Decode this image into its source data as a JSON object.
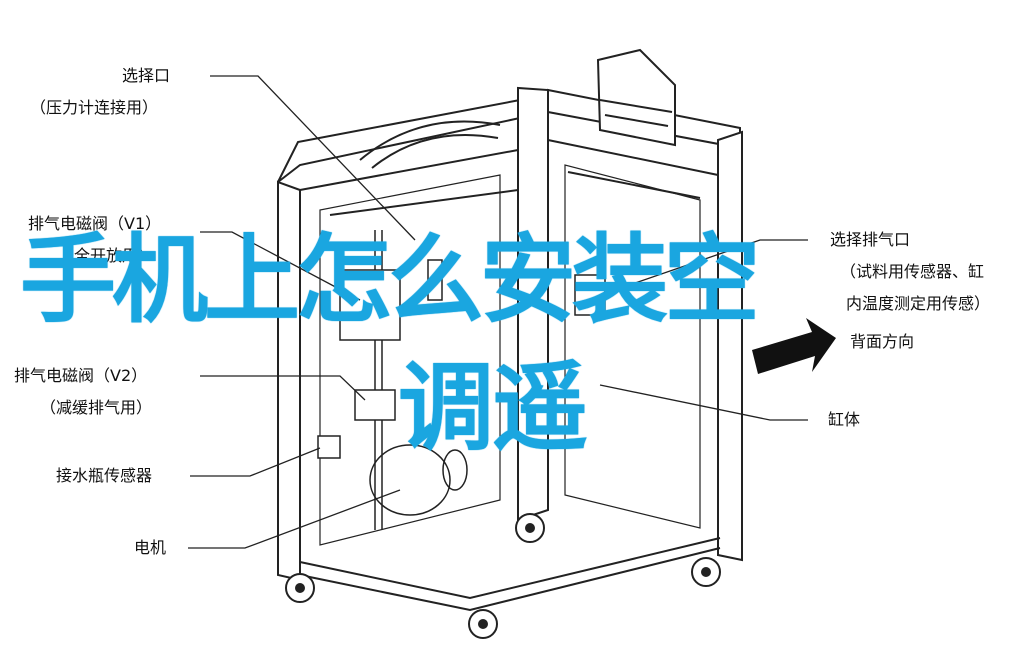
{
  "overlay_title": {
    "line1": "手机上怎么安装空",
    "line2": "调遥"
  },
  "labels": {
    "select_port": "选择口",
    "select_port_note": "（压力计连接用）",
    "exhaust_valve_1": "排气电磁阀（V1）",
    "exhaust_valve_1_note": "（全开放用）",
    "exhaust_valve_2": "排气电磁阀（V2）",
    "exhaust_valve_2_note": "（减缓排气用）",
    "water_sensor": "接水瓶传感器",
    "motor": "电机",
    "select_exhaust": "选择排气口",
    "select_exhaust_note1": "（试料用传感器、缸",
    "select_exhaust_note2": "内温度测定用传感）",
    "back_direction": "背面方向",
    "cylinder": "缸体"
  },
  "colors": {
    "overlay": "#1aa6e0",
    "line_art": "#222222"
  }
}
